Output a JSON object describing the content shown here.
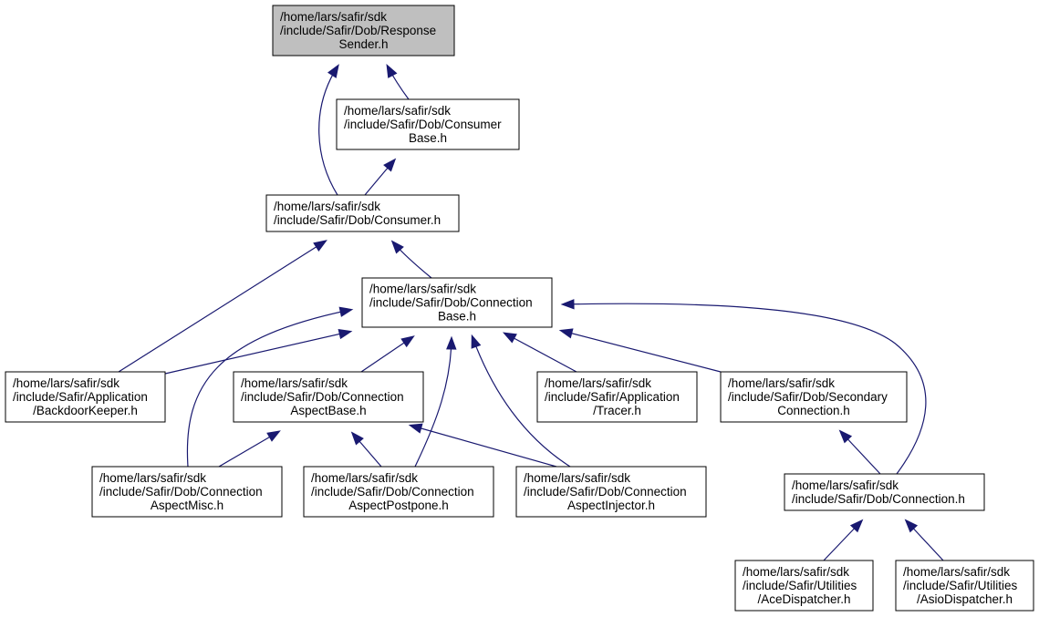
{
  "graph": {
    "nodes": [
      {
        "id": "response_sender",
        "name": "node-response-sender",
        "root": true,
        "lines": [
          "/home/lars/safir/sdk",
          "/include/Safir/Dob/Response",
          "Sender.h"
        ]
      },
      {
        "id": "consumer_base",
        "name": "node-consumer-base",
        "lines": [
          "/home/lars/safir/sdk",
          "/include/Safir/Dob/Consumer",
          "Base.h"
        ]
      },
      {
        "id": "consumer",
        "name": "node-consumer",
        "lines": [
          "/home/lars/safir/sdk",
          "/include/Safir/Dob/Consumer.h"
        ]
      },
      {
        "id": "connection_base",
        "name": "node-connection-base",
        "lines": [
          "/home/lars/safir/sdk",
          "/include/Safir/Dob/Connection",
          "Base.h"
        ]
      },
      {
        "id": "backdoor_keeper",
        "name": "node-backdoor-keeper",
        "lines": [
          "/home/lars/safir/sdk",
          "/include/Safir/Application",
          "/BackdoorKeeper.h"
        ]
      },
      {
        "id": "aspect_base",
        "name": "node-connection-aspect-base",
        "lines": [
          "/home/lars/safir/sdk",
          "/include/Safir/Dob/Connection",
          "AspectBase.h"
        ]
      },
      {
        "id": "tracer",
        "name": "node-tracer",
        "lines": [
          "/home/lars/safir/sdk",
          "/include/Safir/Application",
          "/Tracer.h"
        ]
      },
      {
        "id": "secondary_connection",
        "name": "node-secondary-connection",
        "lines": [
          "/home/lars/safir/sdk",
          "/include/Safir/Dob/Secondary",
          "Connection.h"
        ]
      },
      {
        "id": "aspect_misc",
        "name": "node-connection-aspect-misc",
        "lines": [
          "/home/lars/safir/sdk",
          "/include/Safir/Dob/Connection",
          "AspectMisc.h"
        ]
      },
      {
        "id": "aspect_postpone",
        "name": "node-connection-aspect-postpone",
        "lines": [
          "/home/lars/safir/sdk",
          "/include/Safir/Dob/Connection",
          "AspectPostpone.h"
        ]
      },
      {
        "id": "aspect_injector",
        "name": "node-connection-aspect-injector",
        "lines": [
          "/home/lars/safir/sdk",
          "/include/Safir/Dob/Connection",
          "AspectInjector.h"
        ]
      },
      {
        "id": "connection",
        "name": "node-connection",
        "lines": [
          "/home/lars/safir/sdk",
          "/include/Safir/Dob/Connection.h"
        ]
      },
      {
        "id": "ace_dispatcher",
        "name": "node-ace-dispatcher",
        "lines": [
          "/home/lars/safir/sdk",
          "/include/Safir/Utilities",
          "/AceDispatcher.h"
        ]
      },
      {
        "id": "asio_dispatcher",
        "name": "node-asio-dispatcher",
        "lines": [
          "/home/lars/safir/sdk",
          "/include/Safir/Utilities",
          "/AsioDispatcher.h"
        ]
      }
    ],
    "edges": [
      {
        "from": "consumer_base",
        "to": "response_sender"
      },
      {
        "from": "consumer",
        "to": "response_sender"
      },
      {
        "from": "consumer",
        "to": "consumer_base"
      },
      {
        "from": "backdoor_keeper",
        "to": "consumer"
      },
      {
        "from": "connection_base",
        "to": "consumer"
      },
      {
        "from": "backdoor_keeper",
        "to": "connection_base"
      },
      {
        "from": "aspect_misc",
        "to": "connection_base"
      },
      {
        "from": "aspect_base",
        "to": "connection_base"
      },
      {
        "from": "aspect_postpone",
        "to": "connection_base"
      },
      {
        "from": "aspect_injector",
        "to": "connection_base"
      },
      {
        "from": "tracer",
        "to": "connection_base"
      },
      {
        "from": "secondary_connection",
        "to": "connection_base"
      },
      {
        "from": "connection",
        "to": "connection_base"
      },
      {
        "from": "aspect_misc",
        "to": "aspect_base"
      },
      {
        "from": "aspect_postpone",
        "to": "aspect_base"
      },
      {
        "from": "aspect_injector",
        "to": "aspect_base"
      },
      {
        "from": "connection",
        "to": "secondary_connection"
      },
      {
        "from": "ace_dispatcher",
        "to": "connection"
      },
      {
        "from": "asio_dispatcher",
        "to": "connection"
      }
    ]
  }
}
